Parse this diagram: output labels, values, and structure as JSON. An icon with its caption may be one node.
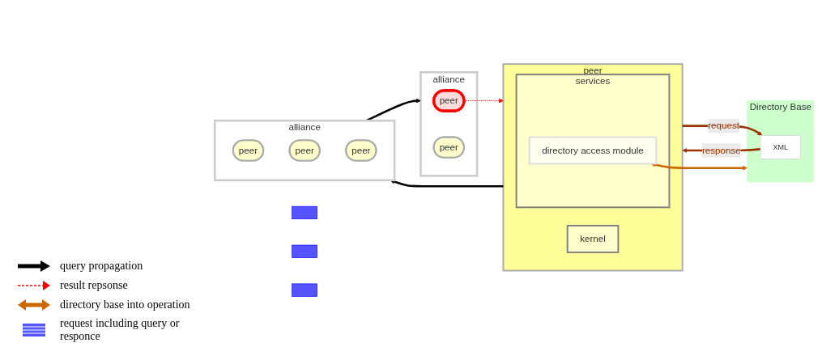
{
  "diagram": {
    "nodes": [
      {
        "text": [
          "Directory Base"
        ]
      },
      {
        "text": [
          "XML"
        ],
        "in": 0
      },
      {
        "text": [
          "peer"
        ]
      },
      {
        "text": [
          "services"
        ],
        "in": 2
      },
      {
        "text": [
          "directory access module"
        ],
        "in": 3
      },
      {
        "text": [
          "kernel"
        ],
        "in": 2
      },
      {
        "text": [
          "alliance"
        ]
      },
      {
        "text": [
          "peer"
        ],
        "in": 6
      },
      {
        "text": [
          "peer"
        ],
        "in": 6
      },
      {
        "text": [
          "alliance"
        ]
      },
      {
        "text": [
          "peer"
        ],
        "in": 9
      },
      {
        "text": [
          "peer"
        ],
        "in": 9
      },
      {
        "text": [
          "peer"
        ],
        "in": 9
      },
      {
        "text": [],
        "shape": "box"
      },
      {
        "text": [],
        "shape": "box"
      },
      {
        "text": [],
        "shape": "box"
      }
    ],
    "edges": [
      {
        "from": 2,
        "to": 1,
        "arrow": "to",
        "label": "request"
      },
      {
        "from": 1,
        "to": 2,
        "arrow": "to",
        "label": "response"
      },
      {
        "from": 0,
        "to": 4,
        "arrow": "both",
        "color": "#cc6600"
      },
      {
        "from": 7,
        "to": 2,
        "arrow": "to",
        "style": "dashed",
        "color": "#ff0000"
      },
      {
        "from": 2,
        "to": 9,
        "arrow": "to",
        "color": "#000000"
      },
      {
        "from": 9,
        "to": 6,
        "arrow": "to",
        "color": "#000000"
      }
    ],
    "legend": [
      {
        "text": "query propagation"
      },
      {
        "text": "result repsonse"
      },
      {
        "text": "directory base into operation"
      },
      {
        "text": "request including query or responce"
      }
    ]
  }
}
